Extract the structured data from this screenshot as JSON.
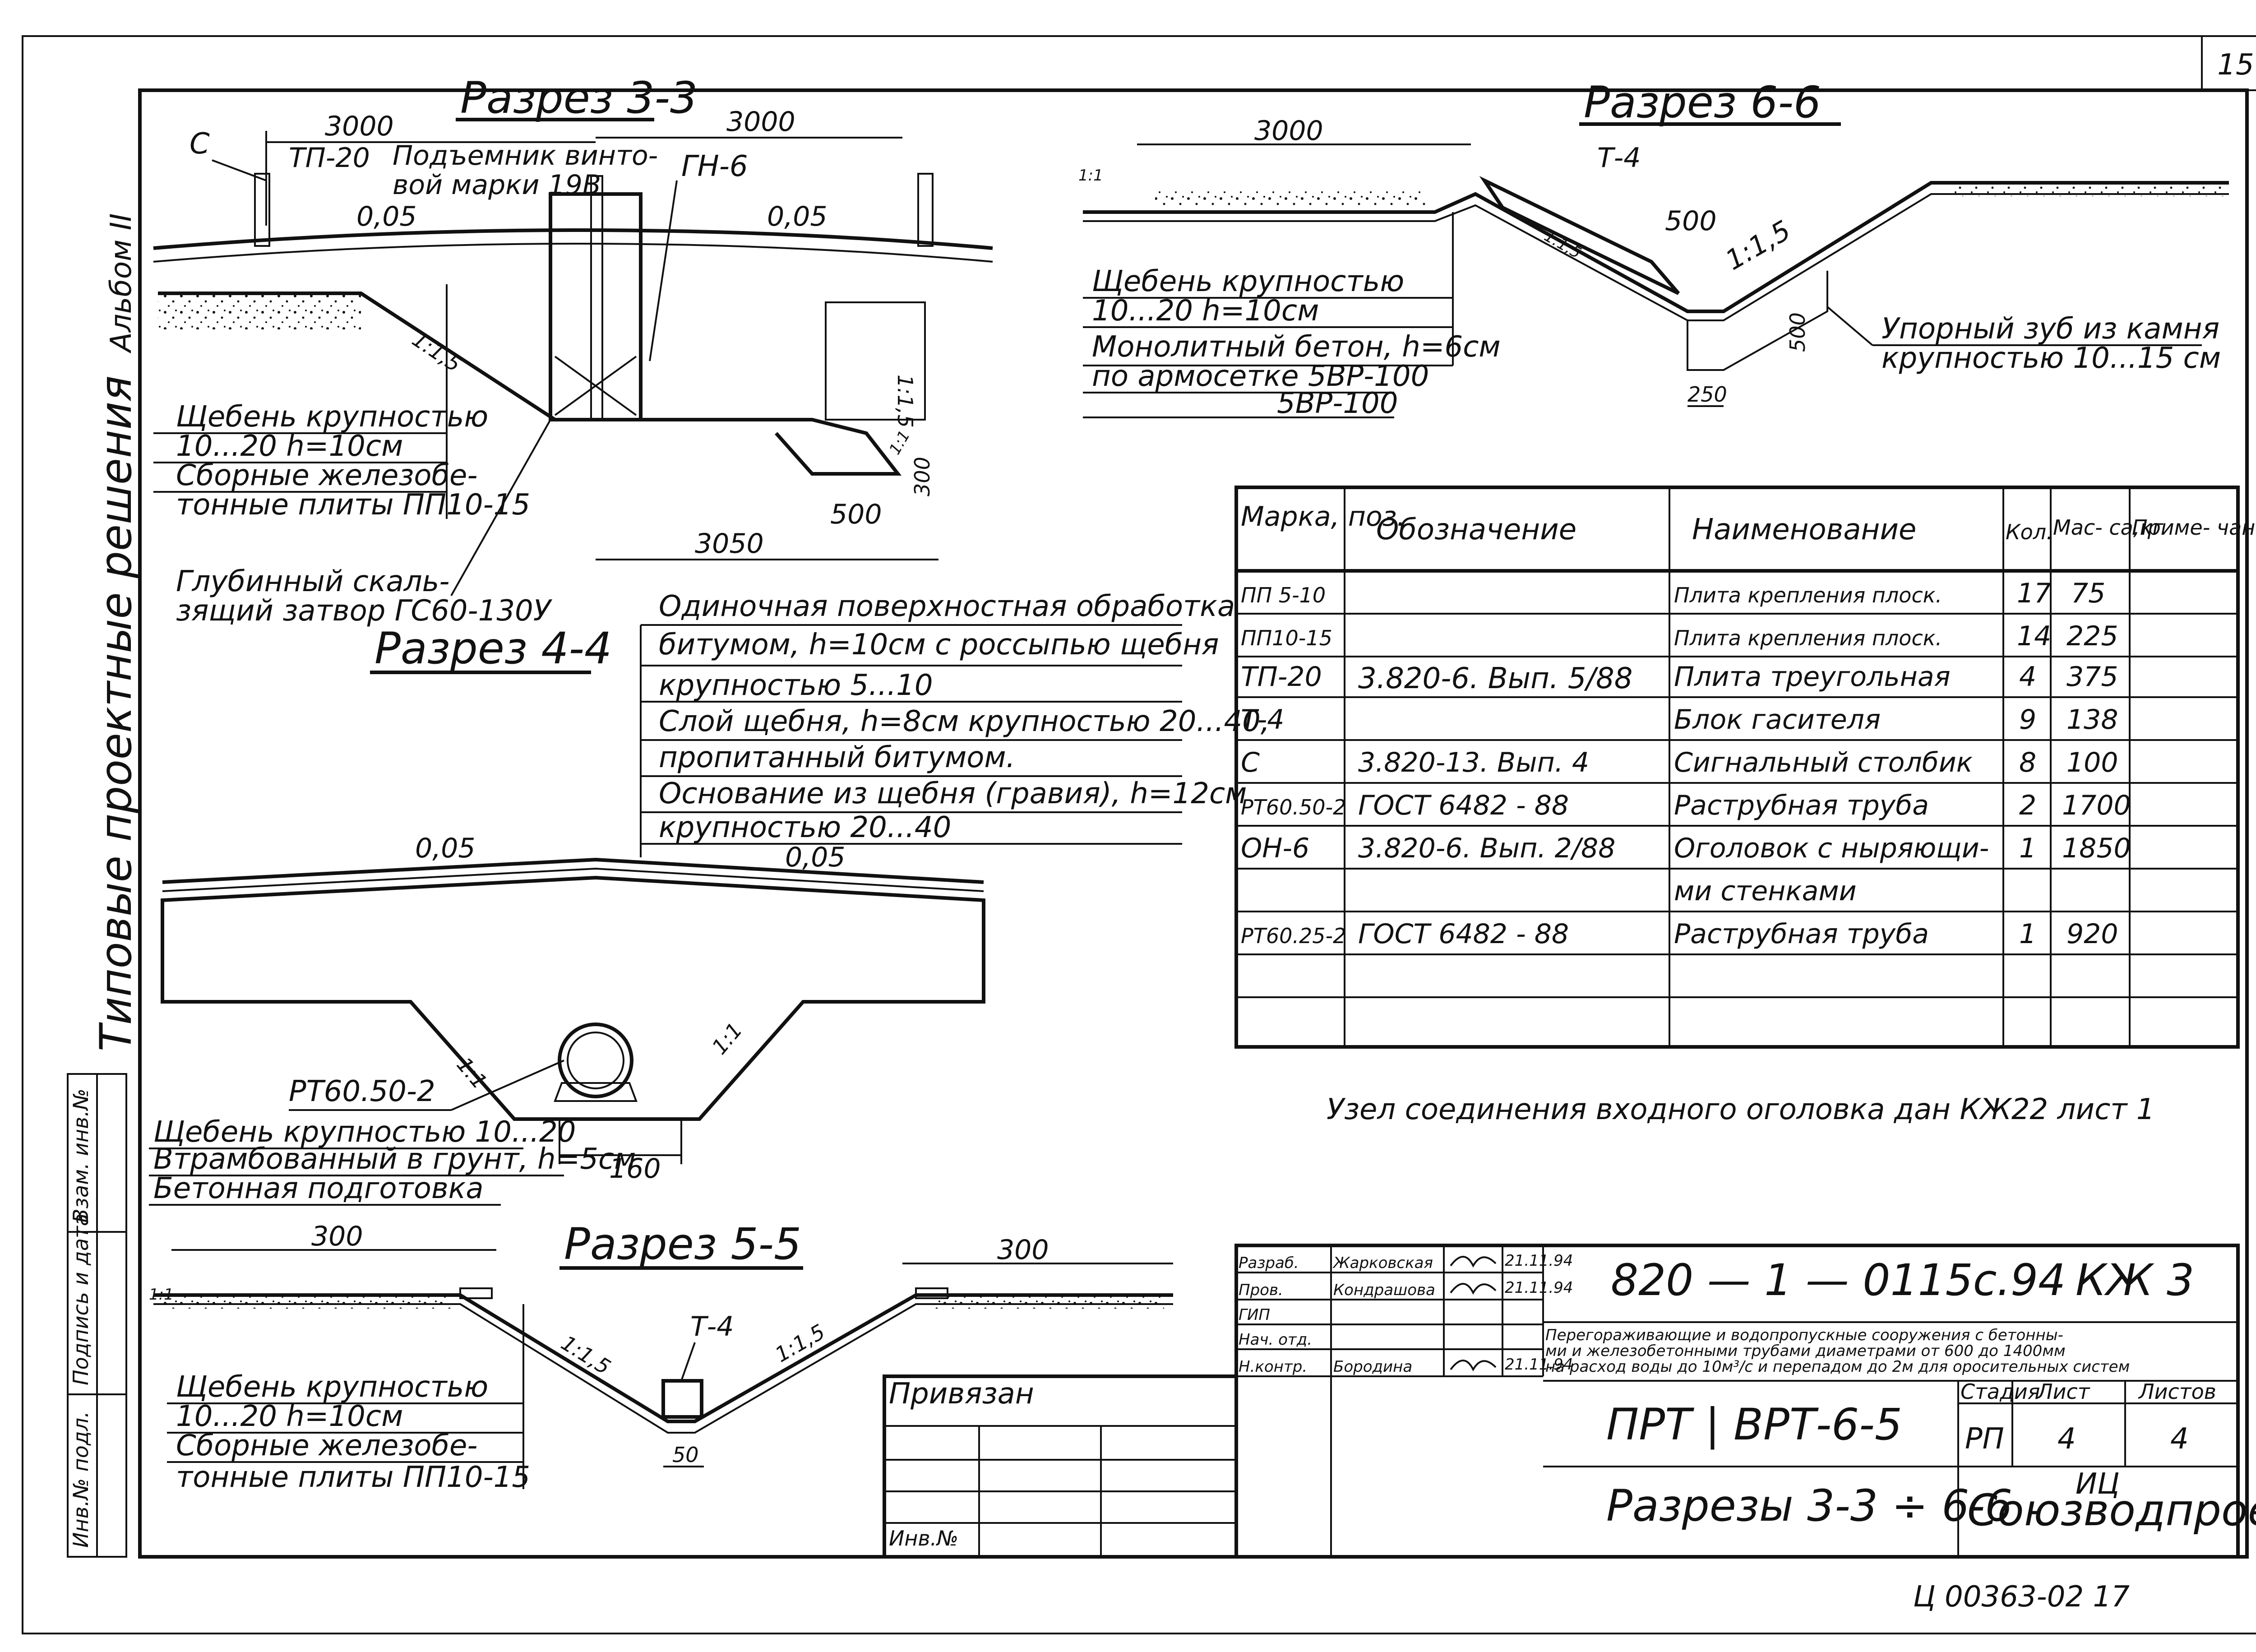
{
  "sheet_number": "15",
  "margin": {
    "album": "Альбом II",
    "series": "Типовые проектные решения",
    "stamps": [
      "Взам. инв.№",
      "Подпись и дата",
      "Инв.№ подл."
    ]
  },
  "sections": {
    "s33": {
      "title": "Разрез 3-3",
      "dims": {
        "left": "3000",
        "right": "3000",
        "bottom": "3050",
        "pit": "500",
        "pit_h": "300"
      },
      "slopes": {
        "left": "0,05",
        "right": "0,05",
        "s1": "1:1,5",
        "s2": "1:1,5",
        "s3": "1:1"
      },
      "marks": {
        "c": "С",
        "tp": "ТП-20",
        "gn": "ГН-6"
      },
      "lift": [
        "Подъемник винто-",
        "вой марки 19В"
      ],
      "gravel": [
        "Щебень крупностью",
        "10...20   h=10см",
        "Сборные железобе-",
        "тонные плиты ПП10-15"
      ],
      "gate": [
        "Глубинный скаль-",
        "зящий затвор ГС60-130У"
      ]
    },
    "s44": {
      "title": "Разрез 4-4",
      "pipe": "РТ60.50-2",
      "slope_l": "0,05",
      "slope_r": "0,05",
      "s1": "1:1",
      "s2": "1:1",
      "w": "160",
      "notes": [
        "Одиночная поверхностная обработка",
        "битумом, h=10см с россыпью щебня",
        "крупностью 5...10",
        "Слой щебня, h=8см крупностью 20...40,",
        "пропитанный битумом.",
        "Основание из щебня (гравия), h=12см",
        "крупностью 20...40"
      ],
      "bottom_notes": [
        "Щебень крупностью 10...20",
        "Втрамбованный в грунт, h=5см",
        "Бетонная подготовка"
      ]
    },
    "s55": {
      "title": "Разрез 5-5",
      "dim_l": "300",
      "dim_r": "300",
      "t4": "Т-4",
      "w": "50",
      "s1": "1:1,5",
      "s2": "1:1,5",
      "m1": "1:1",
      "notes": [
        "Щебень крупностью",
        "10...20   h=10см",
        "Сборные железобе-",
        "тонные плиты ПП10-15"
      ]
    },
    "s66": {
      "title": "Разрез 6-6",
      "dim": "3000",
      "t4": "Т-4",
      "d500a": "500",
      "d500b": "500",
      "d250": "250",
      "s1": "1:1,5",
      "m1": "1:1",
      "notes": [
        "Щебень крупностью",
        "10...20   h=10см",
        "Монолитный бетон, h=6см",
        "по армосетке 5ВР-100",
        "5ВР-100"
      ],
      "tooth": [
        "Упорный зуб из камня",
        "крупностью 10...15 см"
      ]
    }
  },
  "spec_table": {
    "headers": [
      "Марка, поз.",
      "Обозначение",
      "Наименование",
      "Кол.",
      "Мас- са,кг",
      "Приме- чание"
    ],
    "rows": [
      [
        "ПП 5-10",
        "",
        "Плита крепления плоск.",
        "17",
        "75",
        ""
      ],
      [
        "ПП10-15",
        "",
        "Плита крепления плоск.",
        "14",
        "225",
        ""
      ],
      [
        "ТП-20",
        "3.820-6. Вып. 5/88",
        "Плита треугольная",
        "4",
        "375",
        ""
      ],
      [
        "Т-4",
        "",
        "Блок гасителя",
        "9",
        "138",
        ""
      ],
      [
        "С",
        "3.820-13. Вып. 4",
        "Сигнальный столбик",
        "8",
        "100",
        ""
      ],
      [
        "РТ60.50-2",
        "ГОСТ 6482 - 88",
        "Раструбная труба",
        "2",
        "1700",
        ""
      ],
      [
        "ОН-6",
        "3.820-6. Вып. 2/88",
        "Оголовок с ныряющи-",
        "1",
        "1850",
        ""
      ],
      [
        "",
        "",
        "ми стенками",
        "",
        "",
        ""
      ],
      [
        "РТ60.25-2",
        "ГОСТ 6482 - 88",
        "Раструбная труба",
        "1",
        "920",
        ""
      ],
      [
        "",
        "",
        "",
        "",
        "",
        ""
      ],
      [
        "",
        "",
        "",
        "",
        "",
        ""
      ]
    ]
  },
  "node_note": "Узел соединения входного оголовка дан КЖ22 лист 1",
  "title_block": {
    "bound": "Привязан",
    "inv": "Инв.№",
    "roles": [
      "Разраб.",
      "Пров.",
      "ГИП",
      "Нач. отд.",
      "Н.контр."
    ],
    "names": [
      "Жарковская",
      "Кондрашова",
      "",
      "",
      "Бородина"
    ],
    "dates": [
      "21.11.94",
      "21.11.94",
      "",
      "",
      "21.11.94"
    ],
    "code": "820 — 1 — 0115с.94",
    "mark": "КЖ 3",
    "description": [
      "Перегораживающие и водопропускные сооружения с бетонны-",
      "ми и железобетонными трубами диаметрами от 600 до 1400мм",
      "на расход воды до 10м³/с и перепадом до 2м для оросительных систем"
    ],
    "object": "ПРТ | ВРТ-6-5",
    "stage_label": "Стадия",
    "sheet_label": "Лист",
    "sheets_label": "Листов",
    "stage": "РП",
    "sheet": "4",
    "sheets": "4",
    "drawing_title": "Разрезы 3-3 ÷ 6-6",
    "org1": "ИЦ",
    "org2": "Союзводпроект",
    "archive": "Ц 00363-02   17"
  }
}
